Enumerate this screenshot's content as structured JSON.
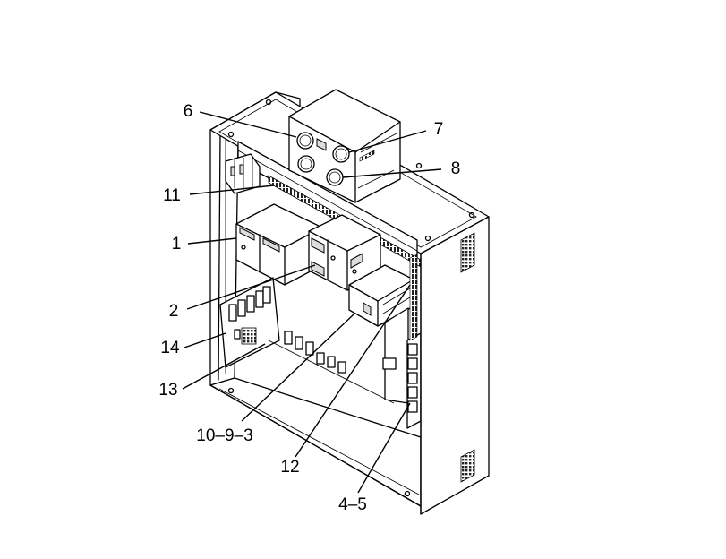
{
  "callouts": [
    {
      "id": "c6",
      "text": "6"
    },
    {
      "id": "c7",
      "text": "7"
    },
    {
      "id": "c8",
      "text": "8"
    },
    {
      "id": "c11",
      "text": "11"
    },
    {
      "id": "c1",
      "text": "1"
    },
    {
      "id": "c2",
      "text": "2"
    },
    {
      "id": "c14",
      "text": "14"
    },
    {
      "id": "c13",
      "text": "13"
    },
    {
      "id": "c10-9-3",
      "text": "10–9–3"
    },
    {
      "id": "c12",
      "text": "12"
    },
    {
      "id": "c4-5",
      "text": "4–5"
    }
  ]
}
